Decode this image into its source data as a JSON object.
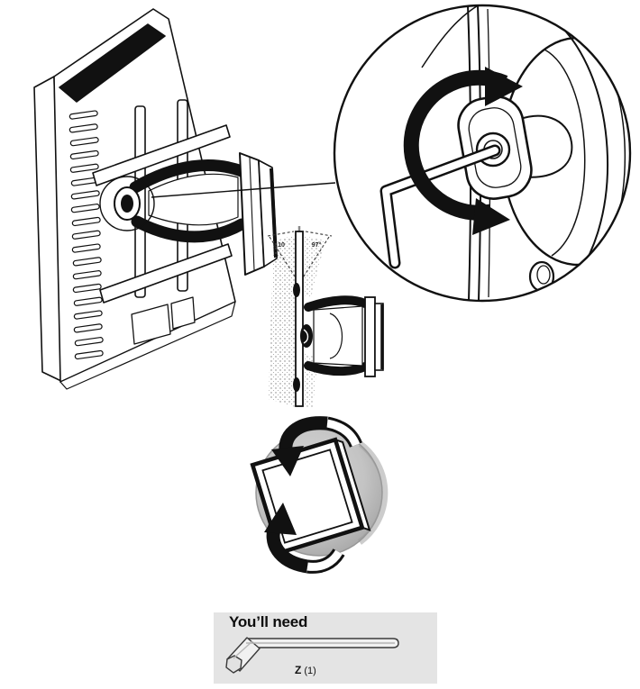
{
  "diagram": {
    "kind": "monitor-wall-mount-instruction",
    "tilt_gauge": {
      "left_label": "10",
      "right_label": "97°"
    },
    "icons": [
      {
        "name": "monitor-back-view"
      },
      {
        "name": "detail-callout-circle"
      },
      {
        "name": "hex-key-icon"
      },
      {
        "name": "rotation-arrow-icon"
      },
      {
        "name": "side-view-tilt"
      },
      {
        "name": "screen-rotation-icon"
      },
      {
        "name": "hex-wrench-icon"
      }
    ]
  },
  "you_will_need": {
    "title": "You’ll need",
    "tool": {
      "label": "Z",
      "quantity": "(1)",
      "icon": "hex-wrench-icon"
    }
  },
  "colors": {
    "ink": "#111111",
    "panel_bg": "#e4e4e4",
    "sphere_gray": "#c3c3c3",
    "wedge_gray": "#8a8a8a"
  }
}
